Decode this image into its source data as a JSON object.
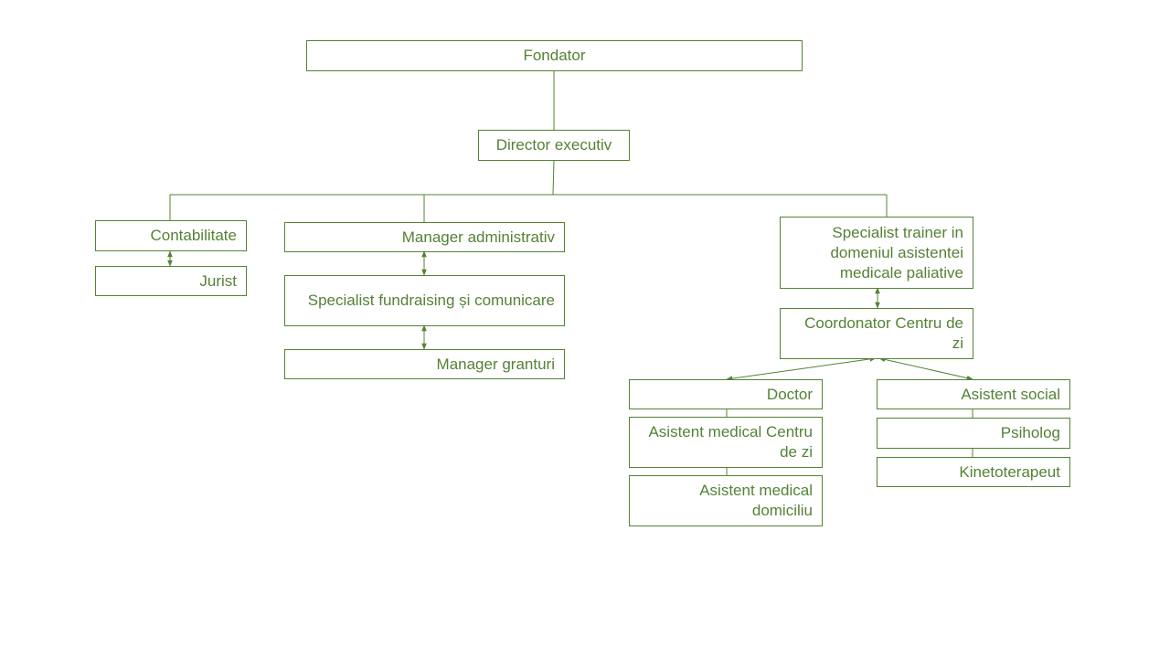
{
  "colors": {
    "accent": "#548235",
    "background": "#ffffff"
  },
  "nodes": {
    "fondator": "Fondator",
    "director": "Director executiv",
    "contabilitate": "Contabilitate",
    "jurist": "Jurist",
    "manager_admin": "Manager administrativ",
    "specialist_fundraising": "Specialist fundraising și comunicare",
    "manager_granturi": "Manager granturi",
    "specialist_trainer": "Specialist trainer in domeniul asistentei medicale paliative",
    "coordonator": "Coordonator Centru de zi",
    "doctor": "Doctor",
    "asistent_medical_centru": "Asistent medical Centru de zi",
    "asistent_medical_domiciliu": "Asistent medical domiciliu",
    "asistent_social": "Asistent social",
    "psiholog": "Psiholog",
    "kinetoterapeut": "Kinetoterapeut"
  }
}
